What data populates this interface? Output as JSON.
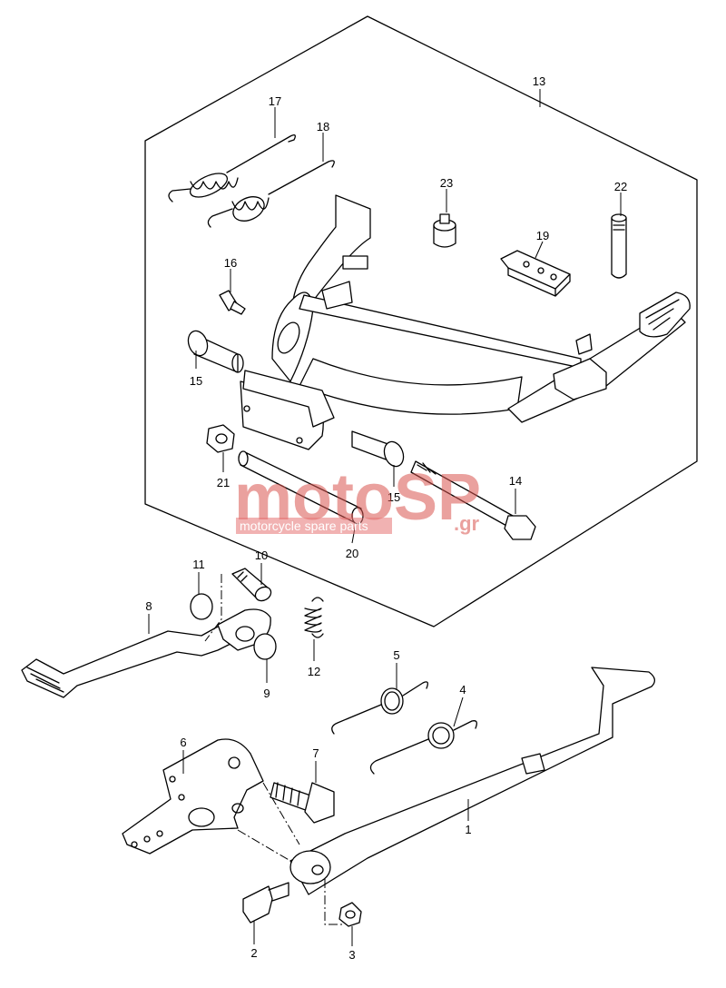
{
  "diagram": {
    "callouts": {
      "c1": "1",
      "c2": "2",
      "c3": "3",
      "c4": "4",
      "c5": "5",
      "c6": "6",
      "c7": "7",
      "c8": "8",
      "c9": "9",
      "c10": "10",
      "c11": "11",
      "c12": "12",
      "c13": "13",
      "c14": "14",
      "c15a": "15",
      "c15b": "15",
      "c16": "16",
      "c17": "17",
      "c18": "18",
      "c19": "19",
      "c20": "20",
      "c21": "21",
      "c22": "22",
      "c23": "23"
    }
  },
  "watermark": {
    "logo": "motoSP",
    "domain": ".gr",
    "tagline": "motorcycle spare parts"
  },
  "colors": {
    "line": "#000000",
    "background": "#ffffff",
    "watermark": "#d9534f"
  }
}
